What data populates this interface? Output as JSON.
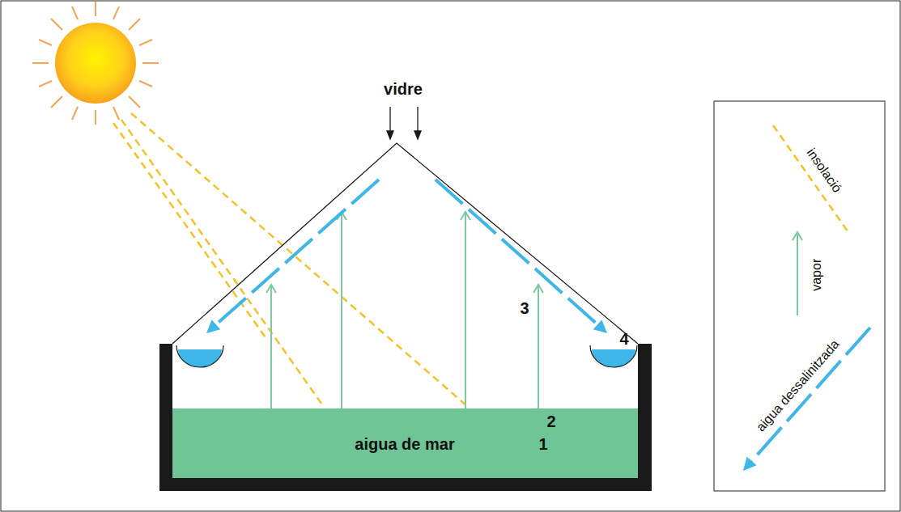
{
  "diagram": {
    "labels": [
      "vidre",
      "aigua de mar",
      "1",
      "2",
      "3",
      "4"
    ],
    "legend": [
      {
        "text": "insolació"
      },
      {
        "text": "vapor"
      },
      {
        "text": "aigua dessalinitzada"
      }
    ]
  }
}
